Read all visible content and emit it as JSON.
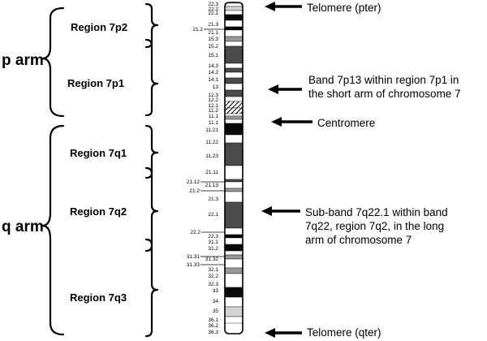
{
  "arms": {
    "p": "p arm",
    "q": "q arm"
  },
  "regions": {
    "r7p2": "Region 7p2",
    "r7p1": "Region 7p1",
    "r7q1": "Region 7q1",
    "r7q2": "Region 7q2",
    "r7q3": "Region 7q3"
  },
  "annotations": {
    "telomere_p": "Telomere  (pter)",
    "band_7p13": [
      "Band 7p13 within region 7p1 in",
      "the short arm of chromosome 7"
    ],
    "centromere": "Centromere",
    "subband_7q22_1": [
      "Sub-band 7q22.1 within band",
      "7q22, region 7q2, in the long",
      "arm of chromosome  7"
    ],
    "telomere_q": "Telomere  (qter)"
  },
  "bands": [
    {
      "label": "22.3",
      "stain": "white"
    },
    {
      "label": "22.2",
      "stain": "lightgray"
    },
    {
      "label": "22.1",
      "stain": "white"
    },
    {
      "label": "21.3",
      "stain": "black"
    },
    {
      "label": "21.2",
      "stain": "white"
    },
    {
      "label": "21.1",
      "stain": "black"
    },
    {
      "label": "15.3",
      "stain": "white"
    },
    {
      "label": "15.2",
      "stain": "gray"
    },
    {
      "label": "15.1",
      "stain": "white"
    },
    {
      "label": "14.3",
      "stain": "darkgray"
    },
    {
      "label": "14.2",
      "stain": "white"
    },
    {
      "label": "14.1",
      "stain": "darkgray"
    },
    {
      "label": "13",
      "stain": "white"
    },
    {
      "label": "12.3",
      "stain": "darkgray"
    },
    {
      "label": "12.2",
      "stain": "white"
    },
    {
      "label": "12.1",
      "stain": "darkgray"
    },
    {
      "label": "11.2",
      "stain": "white"
    },
    {
      "label": "11.1",
      "stain": "hatched"
    },
    {
      "label": "11.1",
      "stain": "hatched"
    },
    {
      "label": "11.21",
      "stain": "white"
    },
    {
      "label": "11.22",
      "stain": "gray"
    },
    {
      "label": "11.23",
      "stain": "white"
    },
    {
      "label": "21.11",
      "stain": "black"
    },
    {
      "label": "21.12",
      "stain": "white"
    },
    {
      "label": "21.13",
      "stain": "darkgray"
    },
    {
      "label": "21.2",
      "stain": "white"
    },
    {
      "label": "21.3",
      "stain": "darkgray"
    },
    {
      "label": "22.1",
      "stain": "white"
    },
    {
      "label": "22.2",
      "stain": "gray"
    },
    {
      "label": "22.3",
      "stain": "white"
    },
    {
      "label": "31.1",
      "stain": "darkgray"
    },
    {
      "label": "31.2",
      "stain": "white"
    },
    {
      "label": "31.31",
      "stain": "black"
    },
    {
      "label": "31.32",
      "stain": "white"
    },
    {
      "label": "31.33",
      "stain": "black"
    },
    {
      "label": "32.1",
      "stain": "white"
    },
    {
      "label": "32.2",
      "stain": "gray"
    },
    {
      "label": "32.3",
      "stain": "white"
    },
    {
      "label": "33",
      "stain": "gray"
    },
    {
      "label": "34",
      "stain": "white"
    },
    {
      "label": "35",
      "stain": "black"
    },
    {
      "label": "36.1",
      "stain": "white"
    },
    {
      "label": "36.2",
      "stain": "lightgray"
    },
    {
      "label": "36.3",
      "stain": "white"
    }
  ],
  "stain_colors": {
    "white": "#ffffff",
    "lightgray": "#d4d4d4",
    "gray": "#9a9a9a",
    "darkgray": "#4a4a4a",
    "black": "#0a0a0a"
  }
}
